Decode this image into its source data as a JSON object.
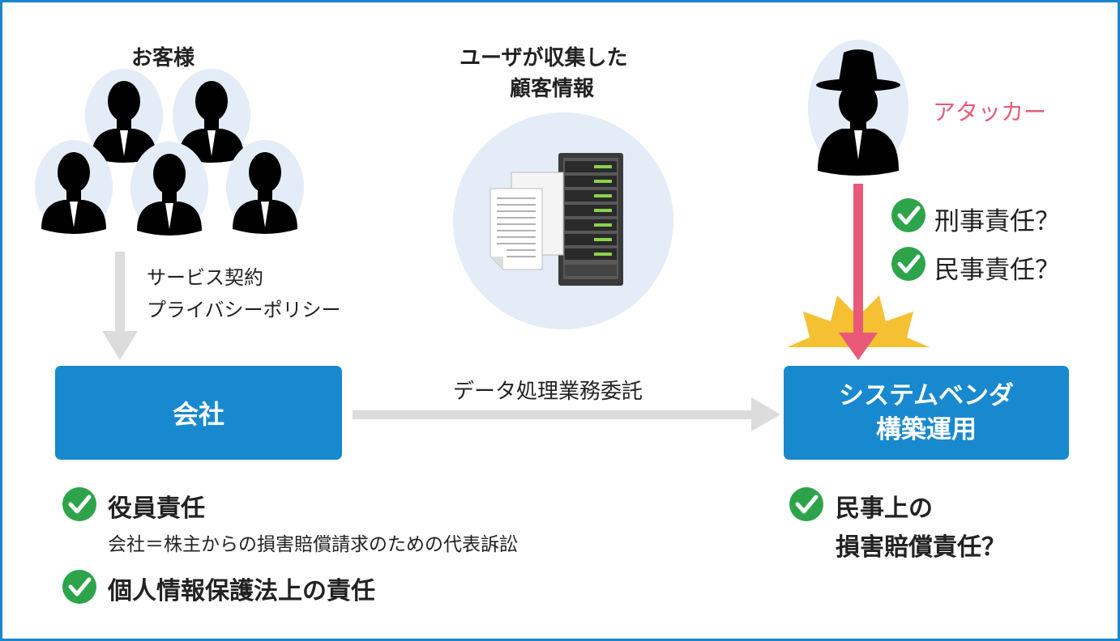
{
  "customers": {
    "label": "お客様"
  },
  "contract": {
    "line1": "サービス契約",
    "line2": "プライバシーポリシー"
  },
  "server": {
    "label_line1": "ユーザが収集した",
    "label_line2": "顧客情報"
  },
  "attacker": {
    "label": "アタッカー",
    "label_color": "#e85a78",
    "liabilities": [
      "刑事責任？",
      "民事責任？"
    ]
  },
  "company": {
    "label": "会社"
  },
  "outsourcing": {
    "label": "データ処理業務委託"
  },
  "vendor": {
    "line1": "システムベンダ",
    "line2": "構築運用"
  },
  "company_liabilities": {
    "item1": "役員責任",
    "item1_note": "会社＝株主からの損害賠償請求のための代表訴訟",
    "item2": "個人情報保護法上の責任"
  },
  "vendor_liability": {
    "line1": "民事上の",
    "line2": "損害賠償責任？"
  },
  "colors": {
    "accent_blue": "#1889cf",
    "check_green": "#2ea44a",
    "attack_arrow": "#e85a78",
    "flow_arrow": "#dcdcdc",
    "burst": "#f6c033",
    "avatar_bg": "#e4ecf7"
  }
}
